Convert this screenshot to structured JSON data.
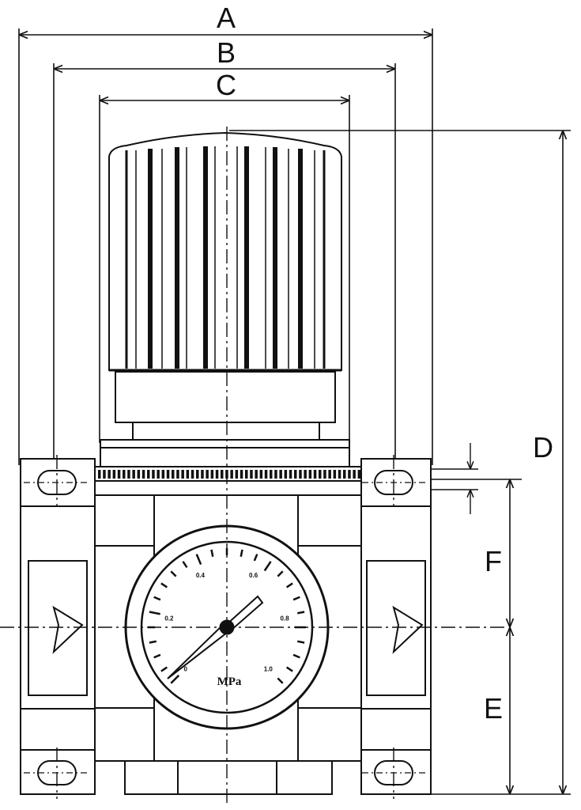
{
  "dimensions": {
    "a": "A",
    "b": "B",
    "c": "C",
    "d": "D",
    "e": "E",
    "f": "F"
  },
  "gauge": {
    "unit": "MPa",
    "scale_labels": [
      "0",
      "0.2",
      "0.4",
      "0.6",
      "0.8",
      "1.0"
    ]
  },
  "colors": {
    "line": "#111111",
    "background": "#ffffff"
  }
}
